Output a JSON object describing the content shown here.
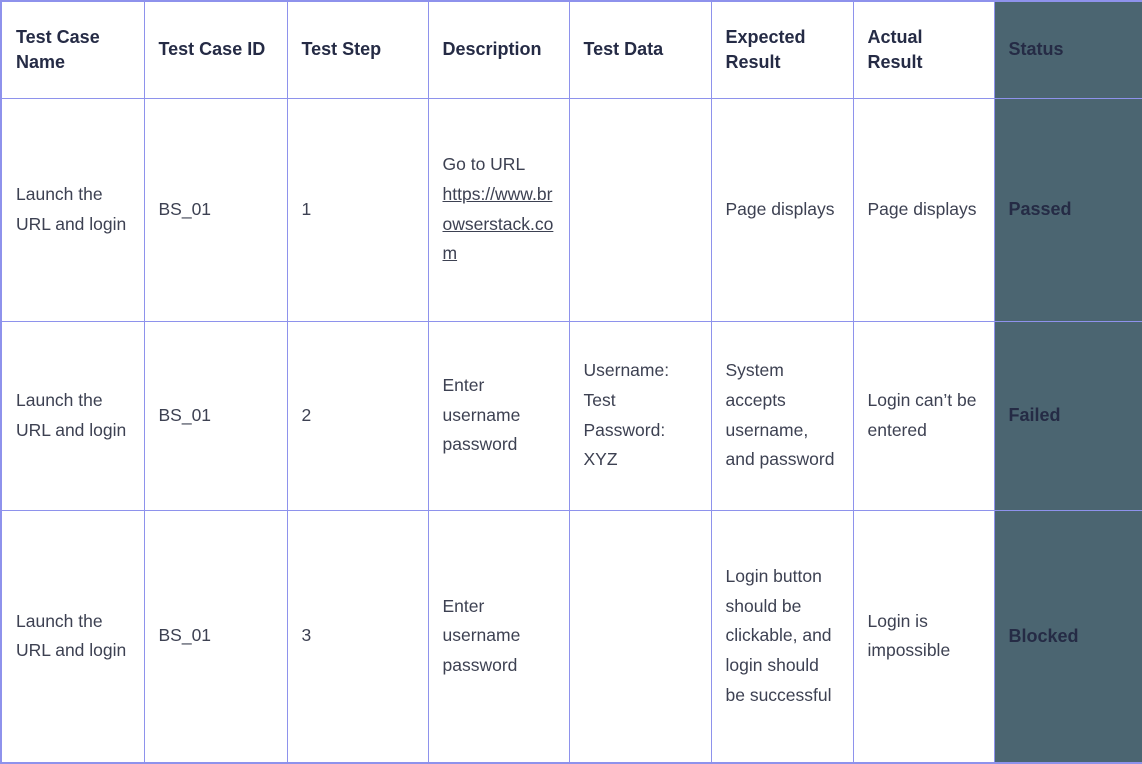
{
  "table": {
    "headers": [
      "Test Case Name",
      "Test Case ID",
      "Test Step",
      "Description",
      "Test Data",
      "Expected Result",
      "Actual Result",
      "Status"
    ],
    "rows": [
      {
        "test_case_name": "Launch the URL and login",
        "test_case_id": "BS_01",
        "test_step": "1",
        "description": {
          "text": "Go to URL ",
          "link": "https://www.browserstack.com"
        },
        "test_data": "",
        "expected_result": "Page displays",
        "actual_result": "Page displays",
        "status": "Passed"
      },
      {
        "test_case_name": "Launch the URL and login",
        "test_case_id": "BS_01",
        "test_step": "2",
        "description": {
          "text": "Enter username password"
        },
        "test_data": "Username: Test\nPassword: XYZ",
        "expected_result": "System accepts username, and password",
        "actual_result": "Login can’t be entered",
        "status": "Failed"
      },
      {
        "test_case_name": "Launch the URL and login",
        "test_case_id": "BS_01",
        "test_step": "3",
        "description": {
          "text": "Enter username password"
        },
        "test_data": "",
        "expected_result": "Login button should be clickable, and login should be successful",
        "actual_result": "Login is impossible",
        "status": "Blocked"
      }
    ]
  },
  "colors": {
    "border": "#8e92ec",
    "status_bg": "#4b6571",
    "header_text": "#252b45",
    "body_text": "#3d4152"
  }
}
